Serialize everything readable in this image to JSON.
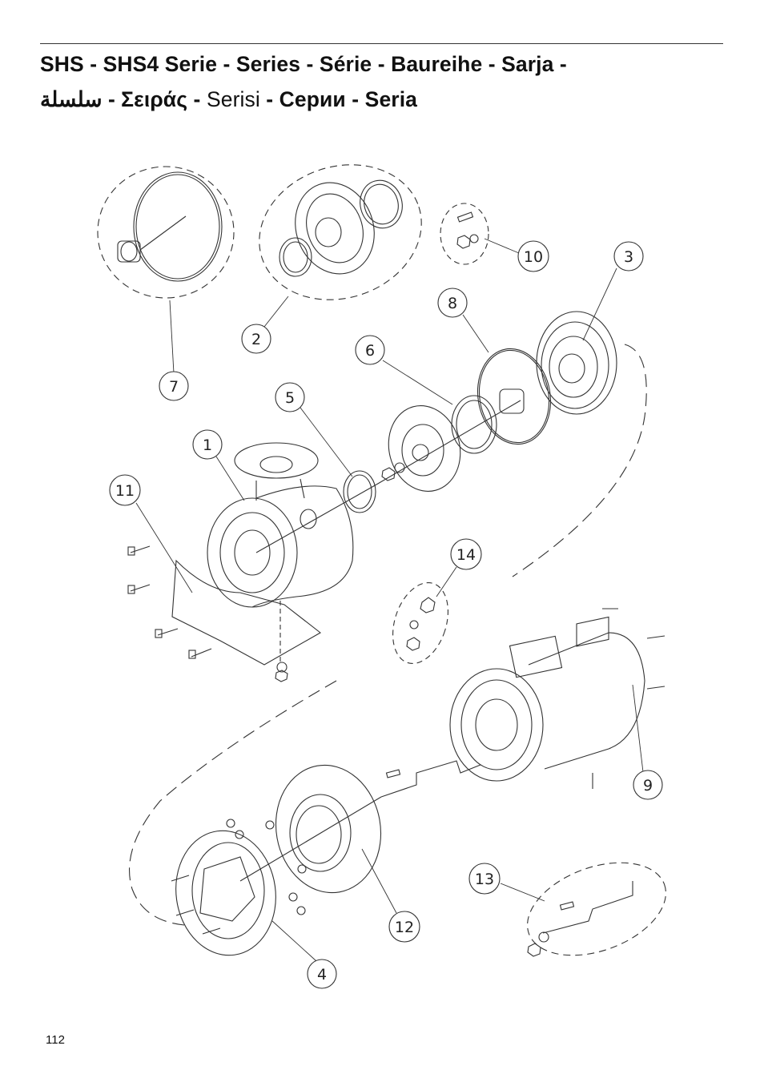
{
  "title": {
    "line1": "SHS - SHS4   Serie - Series - Série - Baureihe - Sarja -",
    "line2_arabic": "سلسلة",
    "line2_sep1": " - ",
    "line2_greek": "Σειράς",
    "line2_sep2": " - ",
    "line2_turkish": "Serisi",
    "line2_rest": " - Серии - Seria"
  },
  "callouts": [
    {
      "label": "1"
    },
    {
      "label": "2"
    },
    {
      "label": "3"
    },
    {
      "label": "4"
    },
    {
      "label": "5"
    },
    {
      "label": "6"
    },
    {
      "label": "7"
    },
    {
      "label": "8"
    },
    {
      "label": "9"
    },
    {
      "label": "10"
    },
    {
      "label": "11"
    },
    {
      "label": "12"
    },
    {
      "label": "13"
    },
    {
      "label": "14"
    }
  ],
  "page_number": "112"
}
